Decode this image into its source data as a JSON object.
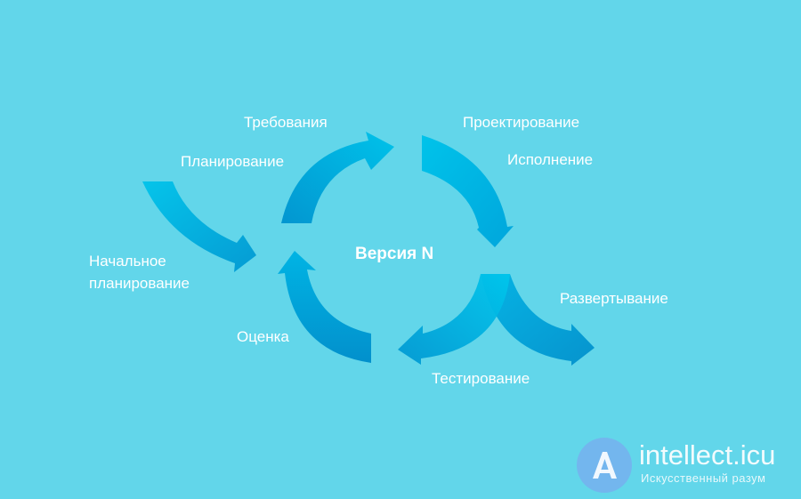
{
  "diagram": {
    "center": "Версия N",
    "labels": {
      "requirements": "Требования",
      "planning": "Планирование",
      "design": "Проектирование",
      "execution": "Исполнение",
      "initial_line1": "Начальное",
      "initial_line2": "планирование",
      "deployment": "Развертывание",
      "evaluation": "Оценка",
      "testing": "Тестирование"
    },
    "colors": {
      "background": "#62d6ea",
      "arrow_light": "#00bfe8",
      "arrow_dark": "#029ad2",
      "text": "#ffffff"
    }
  },
  "watermark": {
    "site": "intellect.icu",
    "tagline": "Искусственный разум"
  }
}
